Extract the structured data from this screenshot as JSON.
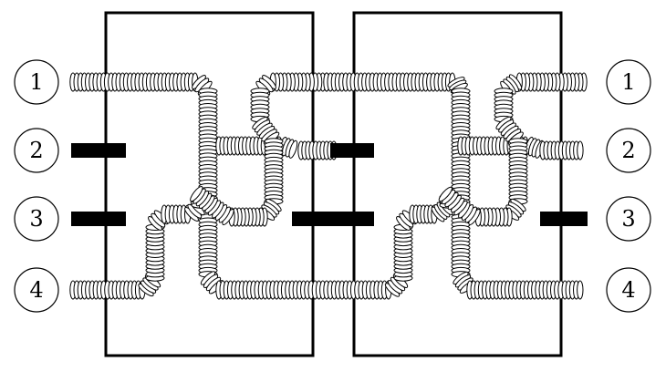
{
  "diagram": {
    "left_labels": [
      "1",
      "2",
      "3",
      "4"
    ],
    "right_labels": [
      "1",
      "2",
      "3",
      "4"
    ],
    "colors": {
      "stroke": "#000000",
      "coil_fill": "#ffffff",
      "background": "#ffffff"
    }
  }
}
